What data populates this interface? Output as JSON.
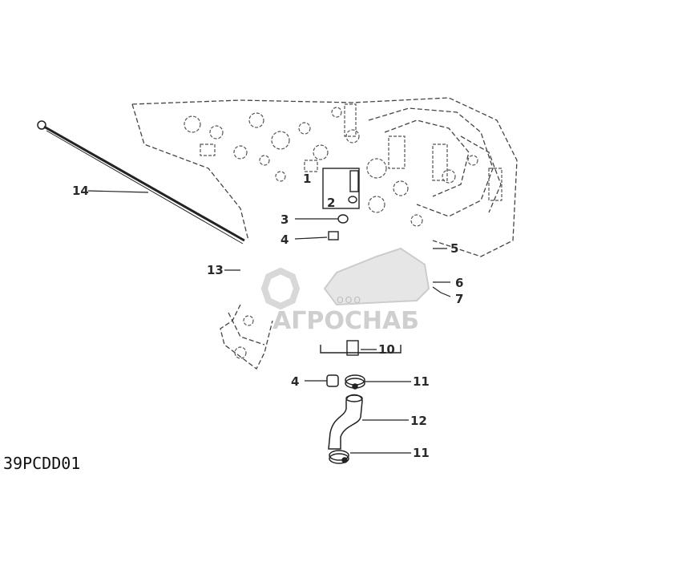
{
  "diagram": {
    "drawing_code": "39PCDD01",
    "callouts": [
      "1",
      "2",
      "3",
      "4",
      "5",
      "6",
      "7",
      "10",
      "4",
      "11",
      "12",
      "11",
      "13",
      "14"
    ]
  },
  "watermark": {
    "prefix": "ООО",
    "name": "АГРОСНАБ"
  },
  "colors": {
    "ink": "#2a2a2a",
    "watermark": "#c8c8c8",
    "background": "#ffffff"
  }
}
